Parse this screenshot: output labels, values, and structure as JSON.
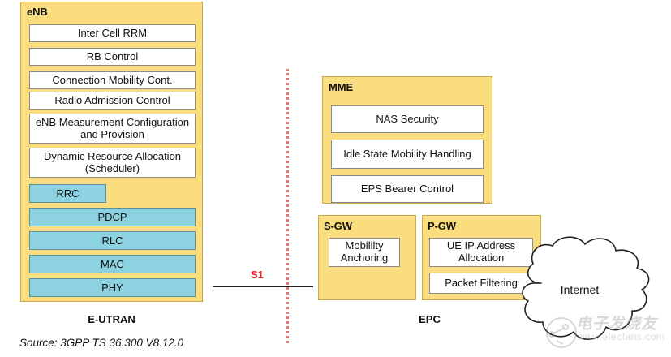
{
  "diagram": {
    "colors": {
      "node_fill": "#F9DD7E",
      "node_stroke": "#C9A94B",
      "layer_fill": "#8CD2E0",
      "function_fill": "#FFFFFF",
      "interface_accent": "#EE1C25",
      "divider": "#F07070"
    },
    "enb": {
      "title": "eNB",
      "functions": [
        {
          "label": "Inter Cell RRM",
          "lines": 1
        },
        {
          "label": "RB Control",
          "lines": 1
        },
        {
          "label": "Connection Mobility Cont.",
          "lines": 1
        },
        {
          "label": "Radio Admission Control",
          "lines": 1
        },
        {
          "label": "eNB Measurement Configuration and Provision",
          "lines": 2
        },
        {
          "label": "Dynamic Resource Allocation (Scheduler)",
          "lines": 2
        }
      ],
      "layers": [
        {
          "label": "RRC",
          "width": "narrow"
        },
        {
          "label": "PDCP",
          "width": "full"
        },
        {
          "label": "RLC",
          "width": "full"
        },
        {
          "label": "MAC",
          "width": "full"
        },
        {
          "label": "PHY",
          "width": "full"
        }
      ],
      "caption": "E-UTRAN"
    },
    "mme": {
      "title": "MME",
      "functions": [
        {
          "label": "NAS Security",
          "lines": 1
        },
        {
          "label": "Idle State Mobility Handling",
          "lines": 2
        },
        {
          "label": "EPS Bearer Control",
          "lines": 1
        }
      ]
    },
    "sgw": {
      "title": "S-GW",
      "functions": [
        {
          "label": "Mobililty Anchoring",
          "lines": 2
        }
      ]
    },
    "pgw": {
      "title": "P-GW",
      "functions": [
        {
          "label": "UE IP Address Allocation",
          "lines": 2
        },
        {
          "label": "Packet Filtering",
          "lines": 1
        }
      ]
    },
    "epc_caption": "EPC",
    "interface": {
      "label": "S1"
    },
    "internet": {
      "label": "Internet"
    },
    "source_note": "Source: 3GPP TS 36.300 V8.12.0",
    "watermark": {
      "cn": "电子发烧友",
      "url": "www.elecfans.com"
    }
  }
}
